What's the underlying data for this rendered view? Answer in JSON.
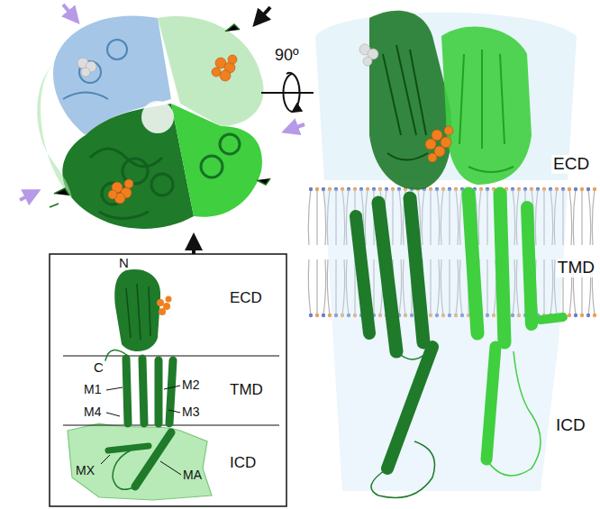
{
  "diagram": {
    "labels": [
      "90º",
      "ECD",
      "TMD",
      "ICD",
      "N",
      "ECD",
      "C",
      "M1",
      "M2",
      "M4",
      "M3",
      "TMD",
      "MX",
      "MA",
      "ICD"
    ]
  }
}
